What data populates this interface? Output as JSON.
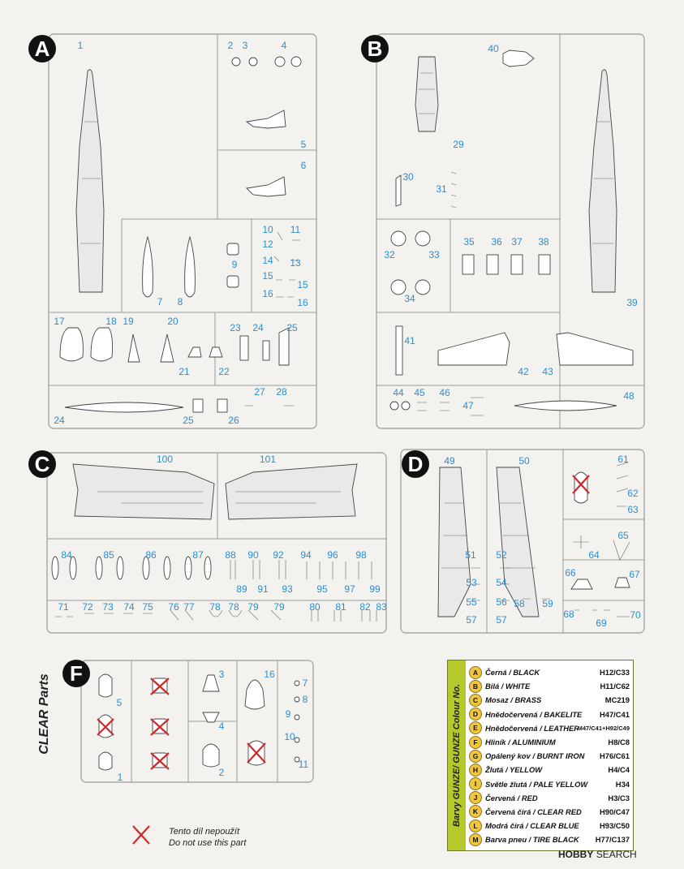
{
  "sprues": {
    "A": {
      "letter": "A",
      "parts": [
        "1",
        "2",
        "3",
        "4",
        "5",
        "6",
        "7",
        "8",
        "9",
        "10",
        "11",
        "12",
        "13",
        "14",
        "15",
        "15",
        "16",
        "16",
        "17",
        "18",
        "19",
        "20",
        "21",
        "22",
        "23",
        "24",
        "25",
        "24",
        "25",
        "26",
        "27",
        "28"
      ]
    },
    "B": {
      "letter": "B",
      "parts": [
        "40",
        "29",
        "30",
        "31",
        "32",
        "33",
        "34",
        "35",
        "36",
        "37",
        "38",
        "39",
        "41",
        "42",
        "43",
        "44",
        "45",
        "46",
        "47",
        "48"
      ]
    },
    "C": {
      "letter": "C",
      "parts": [
        "100",
        "101",
        "84",
        "85",
        "86",
        "87",
        "88",
        "90",
        "92",
        "94",
        "96",
        "98",
        "89",
        "91",
        "93",
        "95",
        "97",
        "99",
        "71",
        "72",
        "73",
        "74",
        "75",
        "76",
        "77",
        "78",
        "78",
        "79",
        "79",
        "80",
        "81",
        "82",
        "83"
      ]
    },
    "D": {
      "letter": "D",
      "parts": [
        "49",
        "50",
        "61",
        "62",
        "63",
        "64",
        "65",
        "66",
        "67",
        "51",
        "52",
        "53",
        "54",
        "55",
        "56",
        "57",
        "57",
        "58",
        "59",
        "68",
        "69",
        "70"
      ]
    },
    "F": {
      "letter": "F",
      "title": "CLEAR Parts",
      "parts": [
        "5",
        "3",
        "4",
        "1",
        "2",
        "16",
        "7",
        "8",
        "9",
        "10",
        "11"
      ]
    }
  },
  "legend_note": {
    "line1": "Tento díl nepoužít",
    "line2": "Do not use this part"
  },
  "colour_table": {
    "title": "Barvy GUNZE/ GUNZE Colour No.",
    "rows": [
      {
        "letter": "A",
        "name": "Černá / BLACK",
        "code": "H12/C33"
      },
      {
        "letter": "B",
        "name": "Bílá / WHITE",
        "code": "H11/C62"
      },
      {
        "letter": "C",
        "name": "Mosaz / BRASS",
        "code": "MC219"
      },
      {
        "letter": "D",
        "name": "Hnědočervená / BAKELITE",
        "code": "H47/C41"
      },
      {
        "letter": "E",
        "name": "Hnědočervená / LEATHER",
        "code": "M47/C41+H92/C49"
      },
      {
        "letter": "F",
        "name": "Hliník / ALUMINIUM",
        "code": "H8/C8"
      },
      {
        "letter": "G",
        "name": "Opálený kov / BURNT IRON",
        "code": "H76/C61"
      },
      {
        "letter": "H",
        "name": "Žlutá / YELLOW",
        "code": "H4/C4"
      },
      {
        "letter": "I",
        "name": "Světle žlutá / PALE YELLOW",
        "code": "H34"
      },
      {
        "letter": "J",
        "name": "Červená / RED",
        "code": "H3/C3"
      },
      {
        "letter": "K",
        "name": "Červená čirá / CLEAR RED",
        "code": "H90/C47"
      },
      {
        "letter": "L",
        "name": "Modrá čirá / CLEAR BLUE",
        "code": "H93/C50"
      },
      {
        "letter": "M",
        "name": "Barva pneu / TIRE BLACK",
        "code": "H77/C137"
      }
    ]
  },
  "watermark": {
    "brand": "HOBBY",
    "suffix": "SEARCH"
  },
  "colors": {
    "number": "#2a8fd0",
    "legend_side": "#b6c82b",
    "legend_badge": "#f0c63b",
    "do_not_use": "#cc2a2a"
  }
}
